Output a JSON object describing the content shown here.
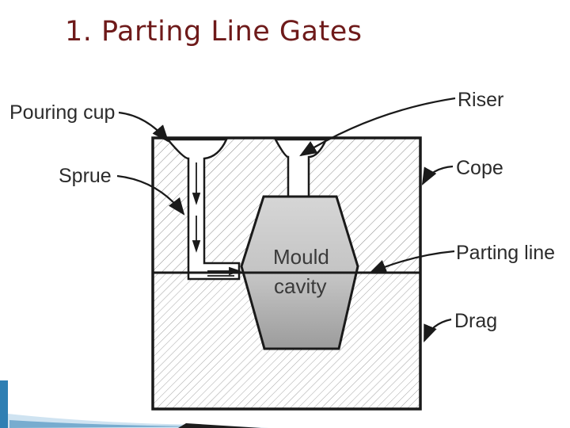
{
  "slide": {
    "title": "1. Parting Line Gates"
  },
  "diagram": {
    "labels": {
      "pouring_cup": "Pouring cup",
      "sprue": "Sprue",
      "riser": "Riser",
      "cope": "Cope",
      "parting_line": "Parting line",
      "drag": "Drag",
      "cavity_line1": "Mould",
      "cavity_line2": "cavity"
    }
  },
  "colors": {
    "title": "#6e1a1a",
    "accent_blue": "#2f7fb3",
    "outline": "#1a1a1a",
    "cavity_fill": "#a8a8a8"
  }
}
